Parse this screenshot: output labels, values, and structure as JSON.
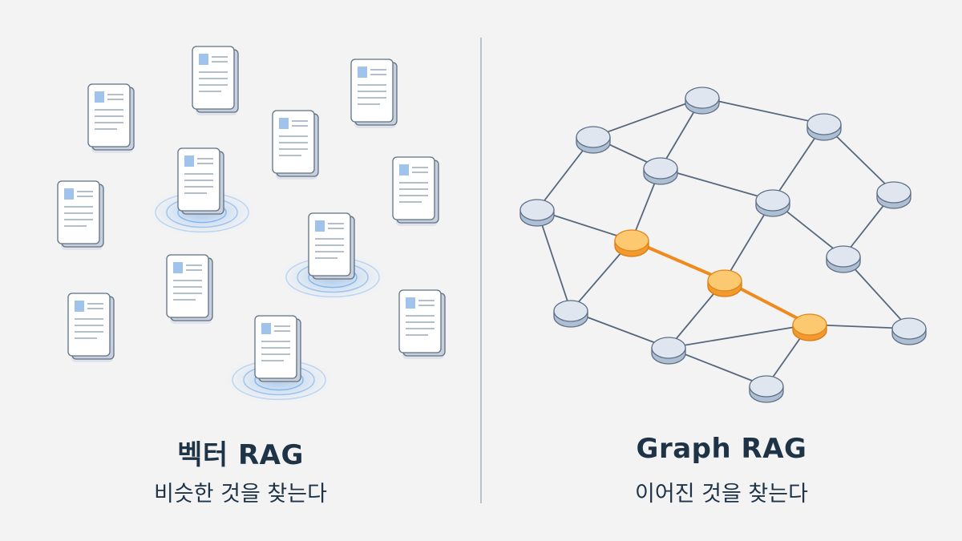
{
  "left_panel": {
    "title": "벡터 RAG",
    "subtitle": "비슷한 것을 찾는다",
    "documents": [
      {
        "id": "d1",
        "highlighted": false
      },
      {
        "id": "d2",
        "highlighted": false
      },
      {
        "id": "d3",
        "highlighted": false
      },
      {
        "id": "d4",
        "highlighted": false
      },
      {
        "id": "d5",
        "highlighted": true
      },
      {
        "id": "d6",
        "highlighted": false
      },
      {
        "id": "d7",
        "highlighted": false
      },
      {
        "id": "d8",
        "highlighted": true
      },
      {
        "id": "d9",
        "highlighted": false
      },
      {
        "id": "d10",
        "highlighted": false
      },
      {
        "id": "d11",
        "highlighted": true
      },
      {
        "id": "d12",
        "highlighted": false
      }
    ]
  },
  "right_panel": {
    "title": "Graph RAG",
    "subtitle": "이어진 것을 찾는다",
    "nodes": [
      {
        "id": "n1",
        "highlighted": false
      },
      {
        "id": "n2",
        "highlighted": false
      },
      {
        "id": "n3",
        "highlighted": false
      },
      {
        "id": "n4",
        "highlighted": false
      },
      {
        "id": "n5",
        "highlighted": false
      },
      {
        "id": "n6",
        "highlighted": false
      },
      {
        "id": "n7",
        "highlighted": false
      },
      {
        "id": "n8",
        "highlighted": true
      },
      {
        "id": "n9",
        "highlighted": false
      },
      {
        "id": "n10",
        "highlighted": true
      },
      {
        "id": "n11",
        "highlighted": false
      },
      {
        "id": "n12",
        "highlighted": true
      },
      {
        "id": "n13",
        "highlighted": false
      },
      {
        "id": "n14",
        "highlighted": false
      },
      {
        "id": "n15",
        "highlighted": false
      }
    ],
    "edges": [
      [
        "n1",
        "n2"
      ],
      [
        "n1",
        "n3"
      ],
      [
        "n2",
        "n3"
      ],
      [
        "n2",
        "n4"
      ],
      [
        "n1",
        "n6"
      ],
      [
        "n3",
        "n7"
      ],
      [
        "n4",
        "n7"
      ],
      [
        "n4",
        "n5"
      ],
      [
        "n5",
        "n9"
      ],
      [
        "n3",
        "n8"
      ],
      [
        "n6",
        "n8"
      ],
      [
        "n6",
        "n11"
      ],
      [
        "n7",
        "n10"
      ],
      [
        "n8",
        "n10"
      ],
      [
        "n10",
        "n12"
      ],
      [
        "n7",
        "n9"
      ],
      [
        "n8",
        "n11"
      ],
      [
        "n11",
        "n13"
      ],
      [
        "n10",
        "n13"
      ],
      [
        "n12",
        "n13"
      ],
      [
        "n9",
        "n14"
      ],
      [
        "n12",
        "n14"
      ],
      [
        "n13",
        "n15"
      ],
      [
        "n12",
        "n15"
      ]
    ],
    "highlighted_path": [
      "n8",
      "n10",
      "n12"
    ]
  },
  "colors": {
    "background": "#f3f3f4",
    "text": "#1f3347",
    "divider": "#a9b2bd",
    "doc_fill": "#ffffff",
    "doc_edge": "#c7d0dc",
    "doc_outline": "#5f7084",
    "doc_image": "#9fc3ea",
    "doc_lines": "#b4bfcc",
    "glow": "#5a9ee8",
    "node_fill": "#dfe6f0",
    "node_edge": "#aebfd4",
    "node_outline": "#5e6f85",
    "graph_line": "#56677c",
    "highlight_fill": "#fcc970",
    "highlight_edge": "#f29a2e",
    "highlight_line": "#f08a1c"
  }
}
